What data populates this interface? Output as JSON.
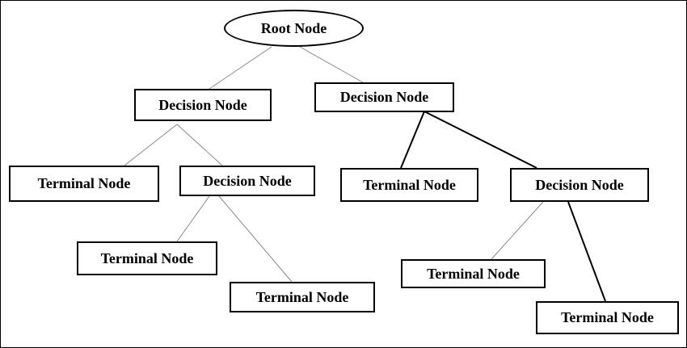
{
  "diagram": {
    "root": "Root Node",
    "left_decision": "Decision Node",
    "right_decision": "Decision Node",
    "left_terminal_1": "Terminal Node",
    "left_sub_decision": "Decision Node",
    "left_sub_terminal_1": "Terminal Node",
    "left_sub_terminal_2": "Terminal Node",
    "right_terminal_1": "Terminal Node",
    "right_sub_decision": "Decision Node",
    "right_sub_terminal_1": "Terminal Node",
    "right_sub_terminal_2": "Terminal Node"
  }
}
